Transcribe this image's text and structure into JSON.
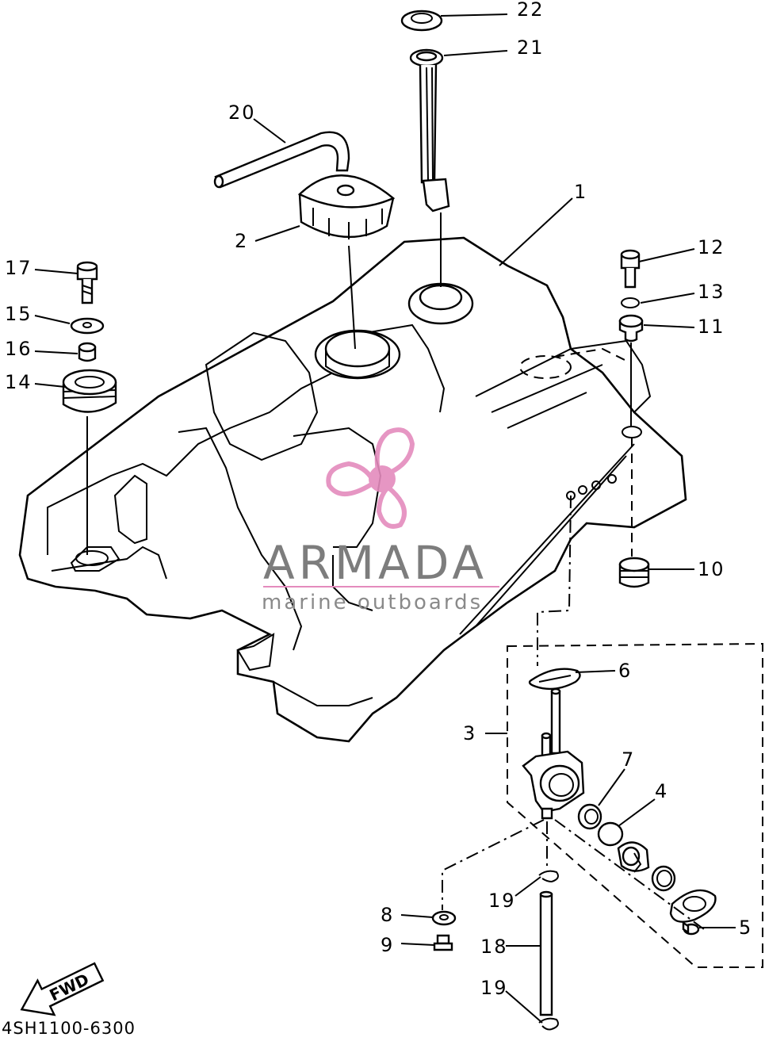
{
  "diagram": {
    "part_labels": [
      "1",
      "2",
      "3",
      "4",
      "5",
      "6",
      "7",
      "8",
      "9",
      "10",
      "11",
      "12",
      "13",
      "14",
      "15",
      "16",
      "17",
      "18",
      "19",
      "19",
      "20",
      "21",
      "22"
    ],
    "drawing_code": "4SH1100-6300",
    "fwd_arrow": "FWD"
  },
  "watermark": {
    "brand": "ARMADA",
    "tagline": "marine outboards",
    "logo_color": "#e48bbd",
    "text_color": "#7d7d7d"
  }
}
